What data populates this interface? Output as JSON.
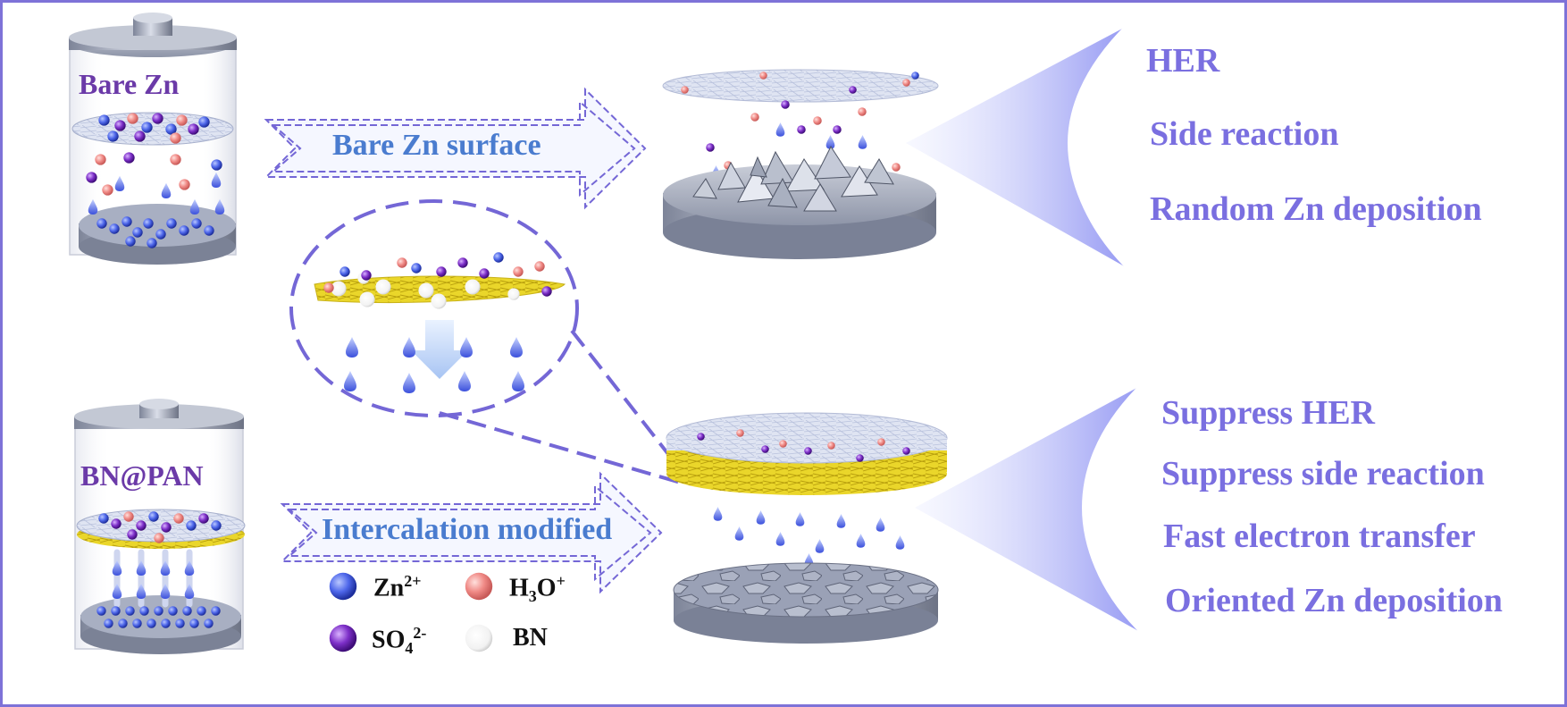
{
  "cells": {
    "bare": {
      "title": "Bare Zn"
    },
    "modified": {
      "title": "BN@PAN"
    }
  },
  "arrows": {
    "top": {
      "label": "Bare Zn surface"
    },
    "bottom": {
      "label": "Intercalation modified"
    }
  },
  "effects": {
    "bare": [
      "HER",
      "Side reaction",
      "Random Zn deposition"
    ],
    "modified": [
      "Suppress HER",
      "Suppress side reaction",
      "Fast electron transfer",
      "Oriented Zn deposition"
    ]
  },
  "legend": {
    "zn": {
      "base": "Zn",
      "sup": "2+",
      "color": "#3f5ee8"
    },
    "h3o": {
      "base1": "H",
      "sub": "3",
      "base2": "O",
      "sup": "+",
      "color": "#f08a86"
    },
    "so4": {
      "base": "SO",
      "sub": "4",
      "sup": "2-",
      "color": "#7d2fc8"
    },
    "bn": {
      "base": "BN",
      "color": "#f4f4f4"
    }
  },
  "colors": {
    "frame": "#7e72d8",
    "dash": "#7467d6",
    "separator_fill": "#e9d51f",
    "zinc_plate": "#9aa2b8"
  }
}
